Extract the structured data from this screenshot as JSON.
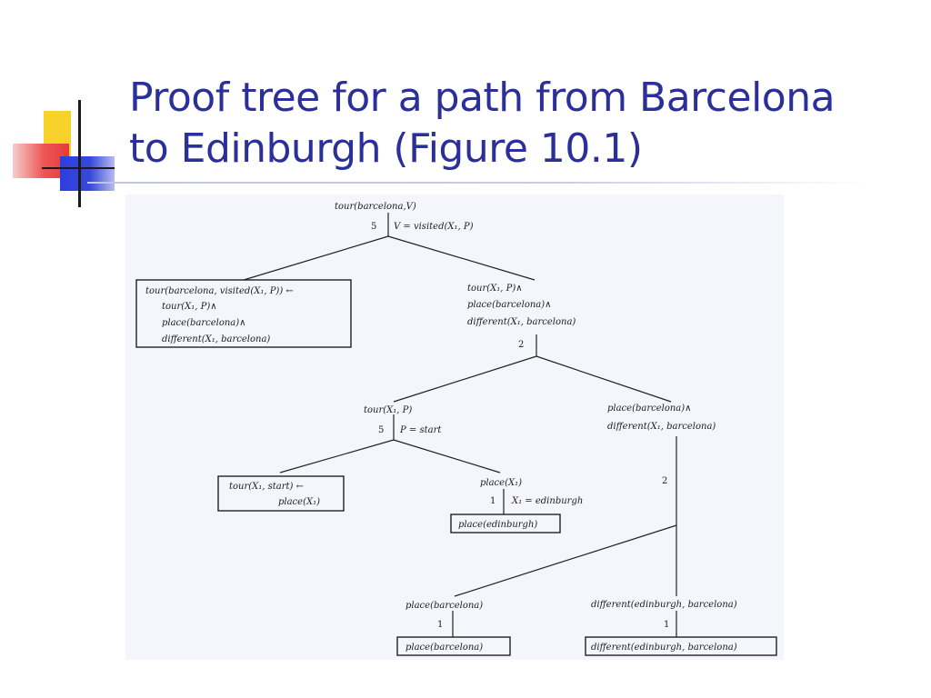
{
  "slide": {
    "title_line1": "Proof tree for a path from Barcelona",
    "title_line2": "to Edinburgh (Figure 10.1)"
  },
  "tree": {
    "root": "tour(barcelona,V)",
    "root_rule_num": "5",
    "root_subst": "V = visited(X₁, P)",
    "clause1": {
      "l1": "tour(barcelona, visited(X₁, P)) ←",
      "l2": "tour(X₁, P)∧",
      "l3": "place(barcelona)∧",
      "l4": "different(X₁, barcelona)"
    },
    "goal1": {
      "l1": "tour(X₁, P)∧",
      "l2": "place(barcelona)∧",
      "l3": "different(X₁, barcelona)"
    },
    "goal1_num": "2",
    "tour_goal": "tour(X₁, P)",
    "tour_num": "5",
    "tour_subst": "P = start",
    "right_goal": {
      "l1": "place(barcelona)∧",
      "l2": "different(X₁, barcelona)"
    },
    "clause2": {
      "l1": "tour(X₁, start) ←",
      "l2": "place(X₁)"
    },
    "place_x": "place(X₁)",
    "place_x_num": "1",
    "place_x_subst": "X₁ = edinburgh",
    "fact_edinburgh": "place(edinburgh)",
    "right_num": "2",
    "place_barcelona": "place(barcelona)",
    "place_barcelona_num": "1",
    "fact_barcelona": "place(barcelona)",
    "different_goal": "different(edinburgh, barcelona)",
    "different_num": "1",
    "fact_different": "different(edinburgh, barcelona)"
  }
}
